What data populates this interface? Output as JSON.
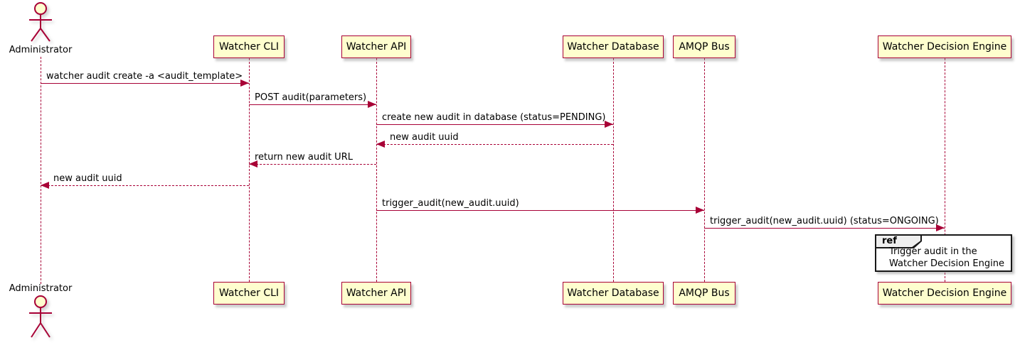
{
  "diagram": {
    "kind": "uml-sequence-diagram",
    "participants": [
      {
        "name": "Administrator",
        "type": "actor"
      },
      {
        "name": "Watcher CLI",
        "type": "participant"
      },
      {
        "name": "Watcher API",
        "type": "participant"
      },
      {
        "name": "Watcher Database",
        "type": "participant"
      },
      {
        "name": "AMQP Bus",
        "type": "participant"
      },
      {
        "name": "Watcher Decision Engine",
        "type": "participant"
      }
    ],
    "messages": [
      {
        "from": "Administrator",
        "to": "Watcher CLI",
        "text": "watcher audit create -a <audit_template>",
        "style": "solid",
        "direction": "right"
      },
      {
        "from": "Watcher CLI",
        "to": "Watcher API",
        "text": "POST audit(parameters)",
        "style": "solid",
        "direction": "right"
      },
      {
        "from": "Watcher API",
        "to": "Watcher Database",
        "text": "create new audit in database (status=PENDING)",
        "style": "solid",
        "direction": "right"
      },
      {
        "from": "Watcher Database",
        "to": "Watcher API",
        "text": "new audit uuid",
        "style": "dashed",
        "direction": "left"
      },
      {
        "from": "Watcher API",
        "to": "Watcher CLI",
        "text": "return new audit URL",
        "style": "dashed",
        "direction": "left"
      },
      {
        "from": "Watcher CLI",
        "to": "Administrator",
        "text": "new audit uuid",
        "style": "dashed",
        "direction": "left"
      },
      {
        "from": "Watcher API",
        "to": "AMQP Bus",
        "text": "trigger_audit(new_audit.uuid)",
        "style": "solid",
        "direction": "right"
      },
      {
        "from": "AMQP Bus",
        "to": "Watcher Decision Engine",
        "text": "trigger_audit(new_audit.uuid) (status=ONGOING)",
        "style": "solid",
        "direction": "right"
      }
    ],
    "ref": {
      "keyword": "ref",
      "over": "Watcher Decision Engine",
      "lines": [
        "Trigger audit in the",
        "Watcher Decision Engine"
      ]
    },
    "colors": {
      "background": "#FFFFFF",
      "participant_fill": "#FEFECE",
      "participant_border": "#A80036",
      "lifeline": "#A80036",
      "arrow": "#A80036",
      "text": "#000000",
      "ref_border": "#181818",
      "ref_header_fill": "#EEEEEE"
    }
  }
}
